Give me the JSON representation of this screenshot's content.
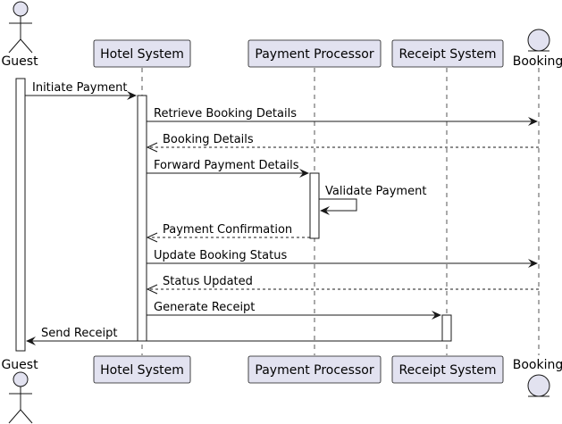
{
  "participants": [
    {
      "id": "guest",
      "label": "Guest",
      "kind": "actor"
    },
    {
      "id": "hotel",
      "label": "Hotel System",
      "kind": "participant"
    },
    {
      "id": "payment",
      "label": "Payment Processor",
      "kind": "participant"
    },
    {
      "id": "receipt",
      "label": "Receipt System",
      "kind": "participant"
    },
    {
      "id": "booking",
      "label": "Booking",
      "kind": "entity"
    }
  ],
  "messages": [
    {
      "label": "Initiate Payment",
      "from": "guest",
      "to": "hotel",
      "style": "solid"
    },
    {
      "label": "Retrieve Booking Details",
      "from": "hotel",
      "to": "booking",
      "style": "solid"
    },
    {
      "label": "Booking Details",
      "from": "booking",
      "to": "hotel",
      "style": "dashed"
    },
    {
      "label": "Forward Payment Details",
      "from": "hotel",
      "to": "payment",
      "style": "solid"
    },
    {
      "label": "Validate Payment",
      "from": "payment",
      "to": "payment",
      "style": "self"
    },
    {
      "label": "Payment Confirmation",
      "from": "payment",
      "to": "hotel",
      "style": "dashed"
    },
    {
      "label": "Update Booking Status",
      "from": "hotel",
      "to": "booking",
      "style": "solid"
    },
    {
      "label": "Status Updated",
      "from": "booking",
      "to": "hotel",
      "style": "dashed"
    },
    {
      "label": "Generate Receipt",
      "from": "hotel",
      "to": "receipt",
      "style": "solid"
    },
    {
      "label": "Send Receipt",
      "from": "receipt",
      "to": "guest",
      "style": "solid"
    }
  ],
  "colors": {
    "participant_fill": "#e2e2f0",
    "border": "#181818",
    "activation_fill": "#ffffff"
  }
}
